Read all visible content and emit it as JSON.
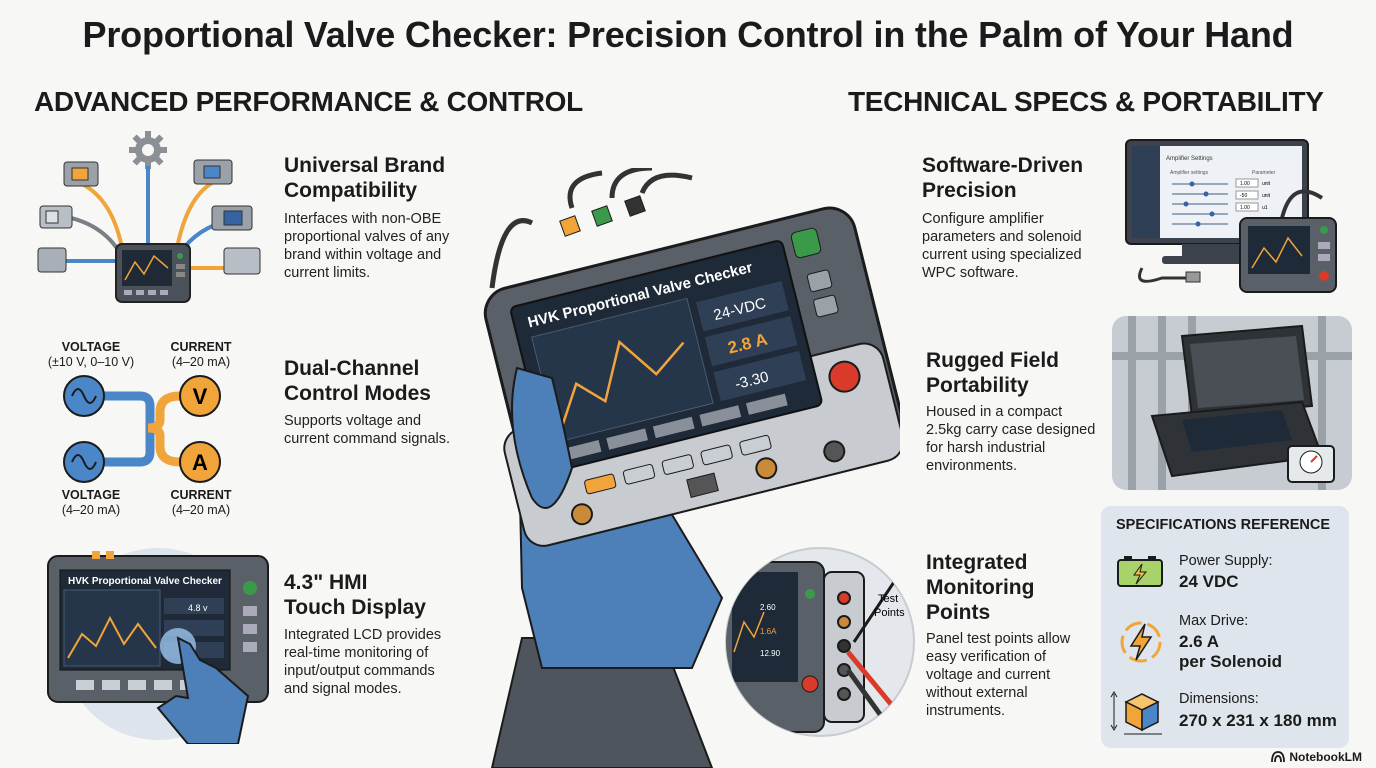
{
  "title": "Proportional Valve Checker: Precision Control in the Palm of Your Hand",
  "left_section": {
    "heading": "ADVANCED PERFORMANCE & CONTROL",
    "features": [
      {
        "title_1": "Universal Brand",
        "title_2": "Compatibility",
        "lines": [
          "Interfaces with non-OBE",
          "proportional valves of any",
          "brand within voltage and",
          "current limits."
        ]
      },
      {
        "title_1": "Dual-Channel",
        "title_2": "Control Modes",
        "lines": [
          "Supports voltage and",
          "current command signals."
        ]
      },
      {
        "title_1": "4.3\" HMI",
        "title_2": "Touch Display",
        "lines": [
          "Integrated LCD provides",
          "real-time monitoring of",
          "input/output commands",
          "and signal modes."
        ]
      }
    ],
    "signals": {
      "tl": {
        "name": "VOLTAGE",
        "range": "(±10 V, 0–10 V)"
      },
      "tr": {
        "name": "CURRENT",
        "range": "(4–20 mA)"
      },
      "bl": {
        "name": "VOLTAGE",
        "range": "(4–20 mA)"
      },
      "br": {
        "name": "CURRENT",
        "range": "(4–20 mA)"
      },
      "v_symbol": "V",
      "a_symbol": "A"
    }
  },
  "right_section": {
    "heading": "TECHNICAL SPECS & PORTABILITY",
    "features": [
      {
        "title_1": "Software-Driven",
        "title_2": "Precision",
        "lines": [
          "Configure amplifier",
          "parameters and solenoid",
          "current using specialized",
          "WPC software."
        ]
      },
      {
        "title_1": "Rugged Field",
        "title_2": "Portability",
        "lines": [
          "Housed in a compact",
          "2.5kg carry case designed",
          "for harsh industrial",
          "environments."
        ]
      },
      {
        "title_1": "Integrated",
        "title_2": "Monitoring",
        "title_3": "Points",
        "lines": [
          "Panel test points allow",
          "easy verification of",
          "voltage and current",
          "without external",
          "instruments."
        ]
      }
    ],
    "software_window": {
      "title": "Amplifier Settings",
      "sub": "Amplifier settings",
      "col": "Parameter",
      "vals": [
        "1.00",
        "-50",
        "1.00"
      ],
      "units": [
        "unit",
        "unit",
        "u1"
      ]
    },
    "test_points_label_1": "Test",
    "test_points_label_2": "Points"
  },
  "device": {
    "brand": "HVK Proportional Valve Checker",
    "readout_1": "24-VDC",
    "readout_2": "2.8 A",
    "readout_3": "-3.30",
    "small_brand": "HVK Proportional Valve Checker",
    "small_readout_1": "4.8 v",
    "inset_readout_1": "2.60",
    "inset_readout_2": "1.6A",
    "inset_readout_3": "12.90"
  },
  "specs": {
    "heading": "SPECIFICATIONS REFERENCE",
    "items": [
      {
        "label": "Power Supply:",
        "value_1": "24 VDC",
        "icon": "battery-icon"
      },
      {
        "label": "Max Drive:",
        "value_1": "2.6 A",
        "value_2": "per Solenoid",
        "icon": "lightning-icon"
      },
      {
        "label": "Dimensions:",
        "value_1": "270 x 231 x 180 mm",
        "icon": "cube-icon"
      }
    ]
  },
  "footer": {
    "brand": "NotebookLM"
  },
  "colors": {
    "blue": "#4a86c8",
    "orange": "#f0a43a",
    "dark": "#1b1b1b",
    "card": "#dfe5ec",
    "glove": "#4d7fb8"
  }
}
